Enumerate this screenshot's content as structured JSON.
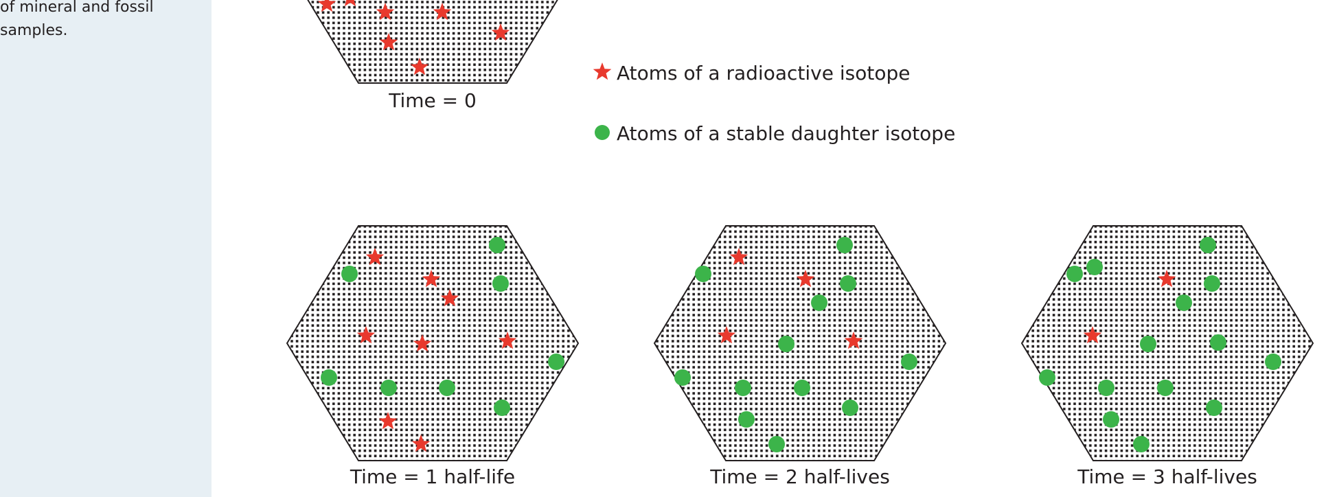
{
  "sidebar": {
    "text": "of mineral and fossil\nsamples."
  },
  "legend": {
    "radioactive_label": "Atoms of a radioactive isotope",
    "stable_label": "Atoms of a stable daughter isotope",
    "radioactive_color": "#e8392d",
    "stable_color": "#3cb44a"
  },
  "panels": [
    {
      "caption": "Time = 0",
      "radioactive": 7,
      "stable": 0
    },
    {
      "caption": "Time = 1 half-life",
      "radioactive": 8,
      "stable": 8
    },
    {
      "caption": "Time = 2 half-lives",
      "radioactive": 4,
      "stable": 12
    },
    {
      "caption": "Time = 3 half-lives",
      "radioactive": 2,
      "stable": 14
    }
  ]
}
